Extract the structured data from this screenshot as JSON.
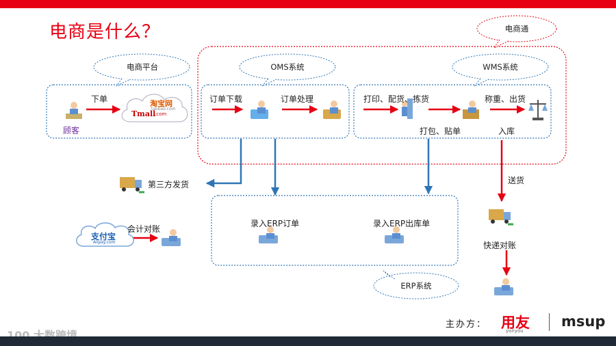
{
  "title": "电商是什么？",
  "groups": {
    "ecommerce_platform": "电商平台",
    "oms": "OMS系统",
    "wms": "WMS系统",
    "ecommerce_tong": "电商通",
    "erp": "ERP系统"
  },
  "labels": {
    "place_order": "下单",
    "customer": "顾客",
    "order_download": "订单下载",
    "order_process": "订单处理",
    "print_pick": "打印、配货、拣货",
    "weigh_ship": "称重、出货",
    "pack_label": "打包、贴单",
    "warehouse_in": "入库",
    "third_party_ship": "第三方发货",
    "deliver": "送货",
    "accounting": "会计对账",
    "erp_order": "录入ERP订单",
    "erp_outbound": "录入ERP出库单",
    "express_reconcile": "快递对账"
  },
  "logos": {
    "taobao": "淘宝网",
    "taobao_sub": "taobao.com",
    "tmall": "Tmall",
    "tmall_sub": ".com",
    "alipay": "支付宝",
    "alipay_sub": "Alipay.com"
  },
  "footer": {
    "sponsor_label": "主办方：",
    "yonyou": "用友",
    "yonyou_sub": "yonyou",
    "msup": "msup",
    "watermark": "100 大数跨境"
  },
  "colors": {
    "red": "#e60012",
    "blue": "#2e75b6",
    "dash_blue": "#2e75b6",
    "dash_red": "#e60012"
  }
}
